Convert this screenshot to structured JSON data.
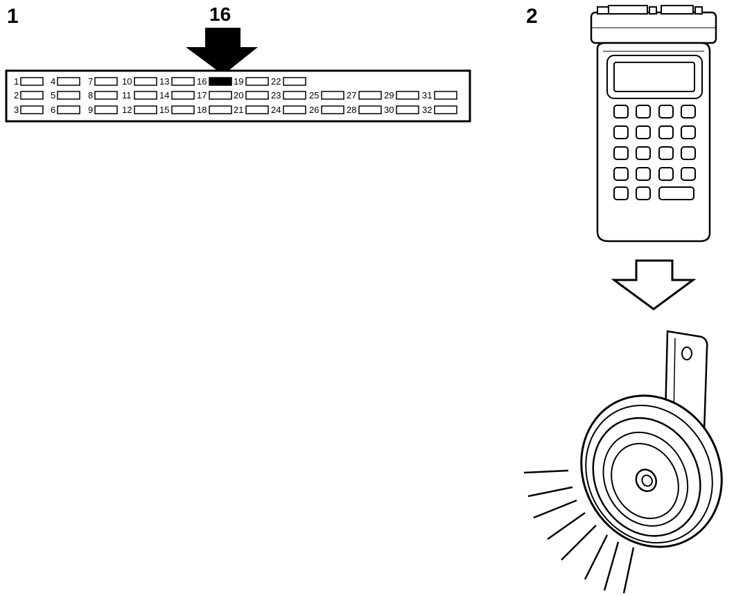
{
  "step1": {
    "label": "1",
    "highlight_pin_label": "16",
    "highlighted_pin": 16,
    "pins": [
      {
        "n": "1",
        "row": 0,
        "col": 0
      },
      {
        "n": "4",
        "row": 0,
        "col": 1
      },
      {
        "n": "7",
        "row": 0,
        "col": 2
      },
      {
        "n": "10",
        "row": 0,
        "col": 3
      },
      {
        "n": "13",
        "row": 0,
        "col": 4
      },
      {
        "n": "16",
        "row": 0,
        "col": 5
      },
      {
        "n": "19",
        "row": 0,
        "col": 6
      },
      {
        "n": "22",
        "row": 0,
        "col": 7
      },
      {
        "n": "2",
        "row": 1,
        "col": 0
      },
      {
        "n": "5",
        "row": 1,
        "col": 1
      },
      {
        "n": "8",
        "row": 1,
        "col": 2
      },
      {
        "n": "11",
        "row": 1,
        "col": 3
      },
      {
        "n": "14",
        "row": 1,
        "col": 4
      },
      {
        "n": "17",
        "row": 1,
        "col": 5
      },
      {
        "n": "20",
        "row": 1,
        "col": 6
      },
      {
        "n": "23",
        "row": 1,
        "col": 7
      },
      {
        "n": "25",
        "row": 1,
        "col": 8
      },
      {
        "n": "27",
        "row": 1,
        "col": 9
      },
      {
        "n": "29",
        "row": 1,
        "col": 10
      },
      {
        "n": "31",
        "row": 1,
        "col": 11
      },
      {
        "n": "3",
        "row": 2,
        "col": 0
      },
      {
        "n": "6",
        "row": 2,
        "col": 1
      },
      {
        "n": "9",
        "row": 2,
        "col": 2
      },
      {
        "n": "12",
        "row": 2,
        "col": 3
      },
      {
        "n": "15",
        "row": 2,
        "col": 4
      },
      {
        "n": "18",
        "row": 2,
        "col": 5
      },
      {
        "n": "21",
        "row": 2,
        "col": 6
      },
      {
        "n": "24",
        "row": 2,
        "col": 7
      },
      {
        "n": "26",
        "row": 2,
        "col": 8
      },
      {
        "n": "28",
        "row": 2,
        "col": 9
      },
      {
        "n": "30",
        "row": 2,
        "col": 10
      },
      {
        "n": "32",
        "row": 2,
        "col": 11
      }
    ]
  },
  "step2": {
    "label": "2",
    "device_icon": "diagnostic-tester-icon",
    "arrow_icon": "down-arrow-icon",
    "result_icon": "horn-sounding-icon"
  }
}
